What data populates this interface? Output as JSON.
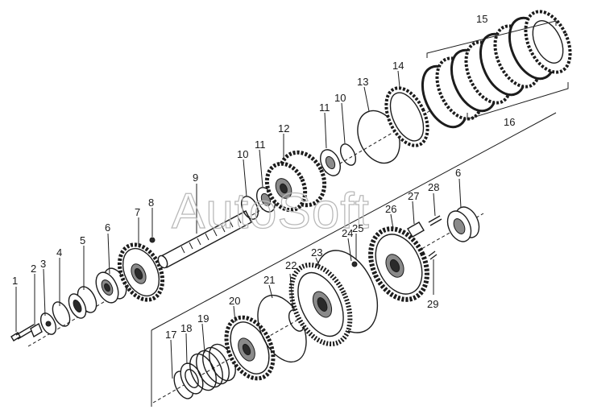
{
  "watermark": "AutoSoft",
  "callouts": [
    "1",
    "2",
    "3",
    "4",
    "5",
    "6",
    "7",
    "8",
    "9",
    "10",
    "11",
    "12",
    "13",
    "14",
    "15",
    "16",
    "10",
    "11",
    "17",
    "18",
    "19",
    "20",
    "21",
    "22",
    "23",
    "24",
    "25",
    "26",
    "27",
    "28",
    "6",
    "29"
  ]
}
